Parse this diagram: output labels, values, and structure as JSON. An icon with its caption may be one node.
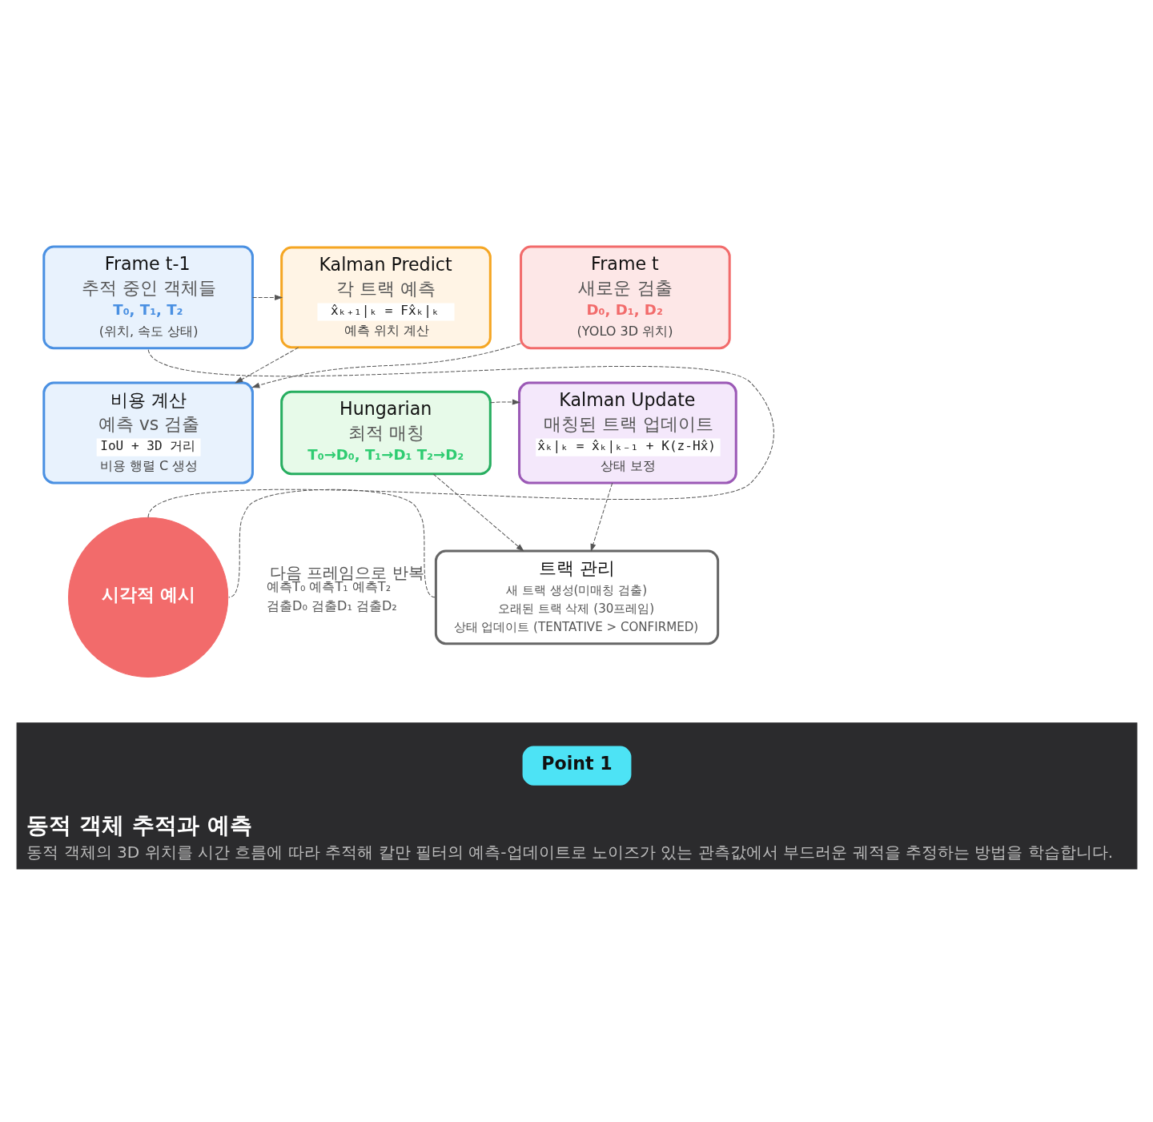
{
  "diagram": {
    "nodes": [
      {
        "text": [
          "Frame t-1",
          "추적 중인 객체들",
          "T₀, T₁, T₂",
          "(위치, 속도 상태)"
        ]
      },
      {
        "text": [
          "Kalman Predict",
          "각 트랙 예측",
          "x̂ₖ₊₁|ₖ = Fx̂ₖ|ₖ",
          "예측 위치 계산"
        ]
      },
      {
        "text": [
          "Frame t",
          "새로운 검출",
          "D₀, D₁, D₂",
          "(YOLO 3D 위치)"
        ]
      },
      {
        "text": [
          "비용 계산",
          "예측 vs 검출",
          "IoU + 3D 거리",
          "비용 행렬 C 생성"
        ]
      },
      {
        "text": [
          "Hungarian",
          "최적 매칭",
          "T₀→D₀, T₁→D₁ T₂→D₂"
        ]
      },
      {
        "text": [
          "Kalman Update",
          "매칭된 트랙 업데이트",
          "x̂ₖ|ₖ = x̂ₖ|ₖ₋₁ + K(z-Hx̂)",
          "상태 보정"
        ]
      },
      {
        "text": [
          "트랙 관리",
          "새 트랙 생성(미매칭 검출)",
          "오래된 트랙 삭제 (30프레임)",
          "상태 업데이트 (TENTATIVE > CONFIRMED)"
        ]
      },
      {
        "text": [
          "시각적 예시"
        ],
        "beside": [
          "예측T₀ 예측T₁ 예측T₂",
          "검출D₀ 검출D₁ 검출D₂"
        ]
      },
      {
        "text": [
          "동적 객체 추적과 예측",
          "동적 객체의 3D 위치를 시간 흐름에 따라 추적해 칼만 필터의 예측-업데이트로 노이즈가 있는 관측값에서 부드러운 궤적을 추정하는 방법을 학습합니다."
        ]
      },
      {
        "text": [
          "Point 1"
        ],
        "in": 8
      }
    ],
    "edges": [
      {
        "from": 0,
        "to": 1,
        "arrow": "to",
        "style": "dashed"
      },
      {
        "from": 1,
        "to": 3,
        "arrow": "to",
        "style": "dashed"
      },
      {
        "from": 2,
        "to": 3,
        "arrow": "to",
        "style": "dashed"
      },
      {
        "from": 4,
        "to": 5,
        "arrow": "to",
        "style": "dashed"
      },
      {
        "from": 4,
        "to": 6,
        "arrow": "to",
        "style": "dashed"
      },
      {
        "from": 5,
        "to": 6,
        "arrow": "to",
        "style": "dashed"
      },
      {
        "from": 6,
        "to": 7,
        "arrow": "none",
        "style": "dashed",
        "label": "다음 프레임으로 반복"
      },
      {
        "from": 7,
        "to": 0,
        "arrow": "none",
        "style": "dashed"
      }
    ]
  }
}
